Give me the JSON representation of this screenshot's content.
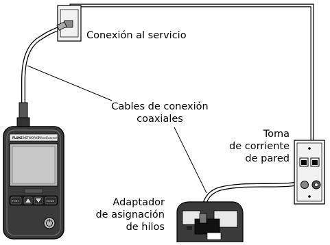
{
  "labels": {
    "service_connection": "Conexión al servicio",
    "patch_cables_line1": "Cables de conexión",
    "patch_cables_line2": "coaxiales",
    "wall_outlet_line1": "Toma",
    "wall_outlet_line2": "de corriente",
    "wall_outlet_line3": "de pared",
    "wiremap_line1": "Adaptador",
    "wiremap_line2": "de asignación",
    "wiremap_line3": "de hilos"
  },
  "tester": {
    "brand": "FLUKE",
    "model_a": "NETWORKS",
    "model_b": "MicroScanner",
    "btn_port": "PORT",
    "btn_mode": "MODE"
  },
  "colors": {
    "line": "#000000",
    "tester_body": "#3a3a3a",
    "screen": "#b9b9b9",
    "plate": "#f2f2f2"
  },
  "icons": [
    "coax-connector-icon",
    "power-button-icon",
    "rj45-jack-icon",
    "arrow-up-icon",
    "arrow-down-icon"
  ]
}
